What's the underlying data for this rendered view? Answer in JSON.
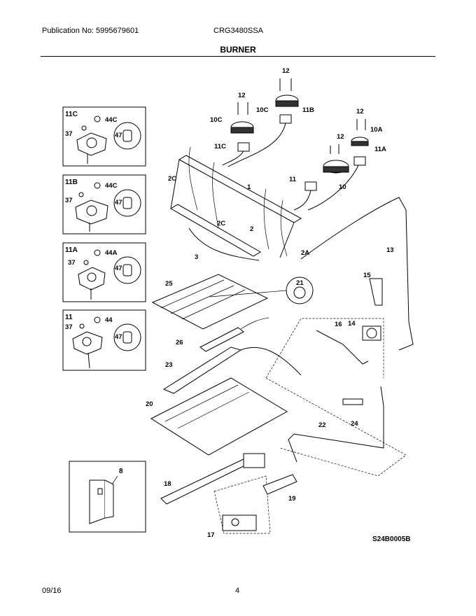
{
  "header": {
    "publication": "Publication No: 5995679601",
    "model": "CRG3480SSA",
    "section": "BURNER"
  },
  "footer": {
    "date": "09/16",
    "page": "4"
  },
  "diagram": {
    "reference": "S24B0005B",
    "insets": [
      {
        "id": "11C",
        "labels": [
          "11C",
          "44C",
          "37",
          "47"
        ]
      },
      {
        "id": "11B",
        "labels": [
          "11B",
          "44C",
          "37",
          "47"
        ]
      },
      {
        "id": "11A",
        "labels": [
          "11A",
          "44A",
          "37",
          "47"
        ]
      },
      {
        "id": "11",
        "labels": [
          "11",
          "44",
          "37",
          "47"
        ]
      },
      {
        "id": "8",
        "labels": [
          "8"
        ]
      }
    ],
    "callouts": [
      "12",
      "12",
      "12",
      "12",
      "10C",
      "10C",
      "11B",
      "10A",
      "11C",
      "11A",
      "11",
      "10",
      "1",
      "2C",
      "2C",
      "2",
      "2A",
      "3",
      "13",
      "15",
      "21",
      "25",
      "16",
      "14",
      "26",
      "23",
      "24",
      "20",
      "22",
      "18",
      "19",
      "17"
    ]
  }
}
